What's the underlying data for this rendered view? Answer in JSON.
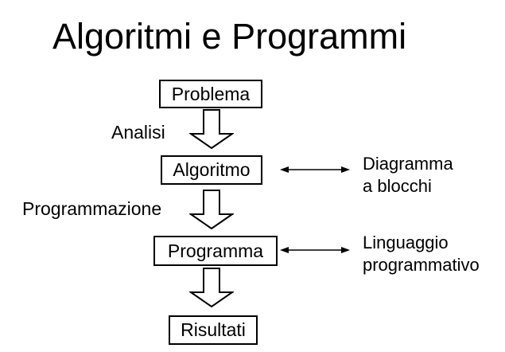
{
  "slide": {
    "title": "Algoritmi e Programmi"
  },
  "colors": {
    "background": "#ffffff",
    "ink": "#000000",
    "node_fill": "#ffffff",
    "node_border": "#000000"
  },
  "flowchart": {
    "nodes": [
      {
        "id": "problema",
        "label": "Problema"
      },
      {
        "id": "algoritmo",
        "label": "Algoritmo"
      },
      {
        "id": "programma",
        "label": "Programma"
      },
      {
        "id": "risultati",
        "label": "Risultati"
      }
    ],
    "step_labels": [
      {
        "id": "analisi",
        "label": "Analisi"
      },
      {
        "id": "programmazione",
        "label": "Programmazione"
      }
    ],
    "annotations": [
      {
        "id": "diagramma-a-blocchi",
        "line1": "Diagramma",
        "line2": "a blocchi"
      },
      {
        "id": "linguaggio-programmativo",
        "line1": "Linguaggio",
        "line2": "programmativo"
      }
    ],
    "icons": {
      "down_arrow": "hollow-block-down-arrow (outline ⇩ shape)",
      "double_arrow": "thin-double-headed-arrow ↔"
    }
  }
}
